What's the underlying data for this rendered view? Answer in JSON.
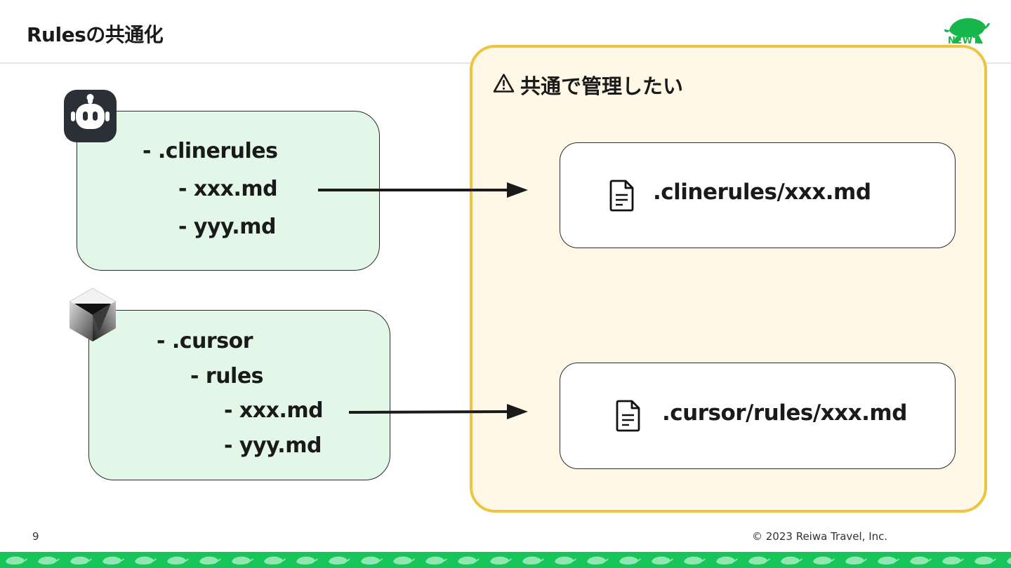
{
  "header": {
    "title": "Rulesの共通化",
    "logo_text": "NEWT"
  },
  "cline": {
    "icon": "cline-robot-icon",
    "lines": [
      "- .clinerules",
      "- xxx.md",
      "- yyy.md"
    ]
  },
  "cursor": {
    "icon": "cursor-cube-icon",
    "lines": [
      "- .cursor",
      "- rules",
      "- xxx.md",
      "- yyy.md"
    ]
  },
  "shared": {
    "icon": "warning-icon",
    "title": "共通で管理したい",
    "files": [
      {
        "icon": "document-icon",
        "label": ".clinerules/xxx.md"
      },
      {
        "icon": "document-icon",
        "label": ".cursor/rules/xxx.md"
      }
    ]
  },
  "footer": {
    "page_number": "9",
    "copyright": "© 2023 Reiwa Travel, Inc."
  },
  "colors": {
    "source_box_fill": "#e2f7e8",
    "shared_panel_fill": "#fff8e6",
    "shared_panel_border": "#eec440",
    "brand_green": "#17c55a",
    "text": "#1a1a1a"
  }
}
